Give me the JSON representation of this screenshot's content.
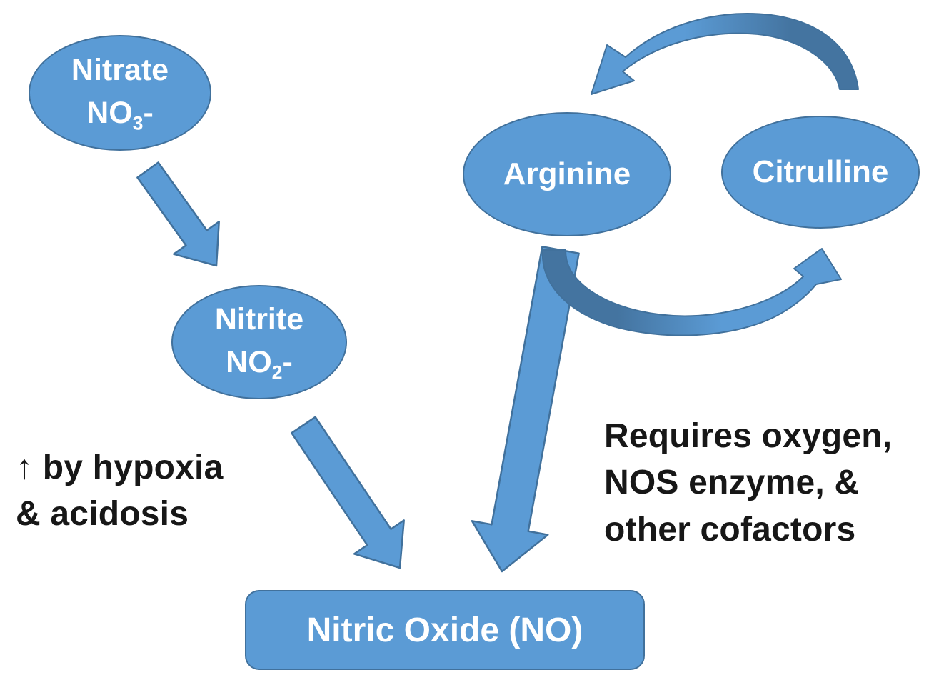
{
  "title": "Nitric oxide production pathways diagram",
  "colors": {
    "node_fill": "#5B9BD5",
    "node_border": "#41719C",
    "arrow_fill": "#5B9BD5",
    "arrow_border": "#41719C",
    "arrow_dark": "#4474A0",
    "node_text": "#ffffff",
    "annotation_text": "#171717",
    "background": "#ffffff"
  },
  "nodes": {
    "nitrate": {
      "label": "Nitrate",
      "formula_base": "NO",
      "formula_sub": "3",
      "formula_charge": "-"
    },
    "nitrite": {
      "label": "Nitrite",
      "formula_base": "NO",
      "formula_sub": "2",
      "formula_charge": "-"
    },
    "arginine": {
      "label": "Arginine"
    },
    "citrulline": {
      "label": "Citrulline"
    },
    "nitric_oxide": {
      "label": "Nitric Oxide (NO)"
    }
  },
  "annotations": {
    "hypoxia": {
      "line1": "↑ by hypoxia",
      "line2": "& acidosis"
    },
    "requirements": {
      "line1": "Requires oxygen,",
      "line2": "NOS enzyme, &",
      "line3": "other cofactors"
    }
  },
  "edges": [
    {
      "from": "Nitrate NO3-",
      "to": "Nitrite NO2-",
      "style": "straight-block-arrow"
    },
    {
      "from": "Nitrite NO2-",
      "to": "Nitric Oxide (NO)",
      "style": "straight-block-arrow"
    },
    {
      "from": "Arginine",
      "to": "Nitric Oxide (NO)",
      "style": "straight-block-arrow"
    },
    {
      "from": "Arginine",
      "to": "Citrulline",
      "style": "curved-arrow-bottom"
    },
    {
      "from": "Citrulline",
      "to": "Arginine",
      "style": "curved-arrow-top"
    }
  ]
}
